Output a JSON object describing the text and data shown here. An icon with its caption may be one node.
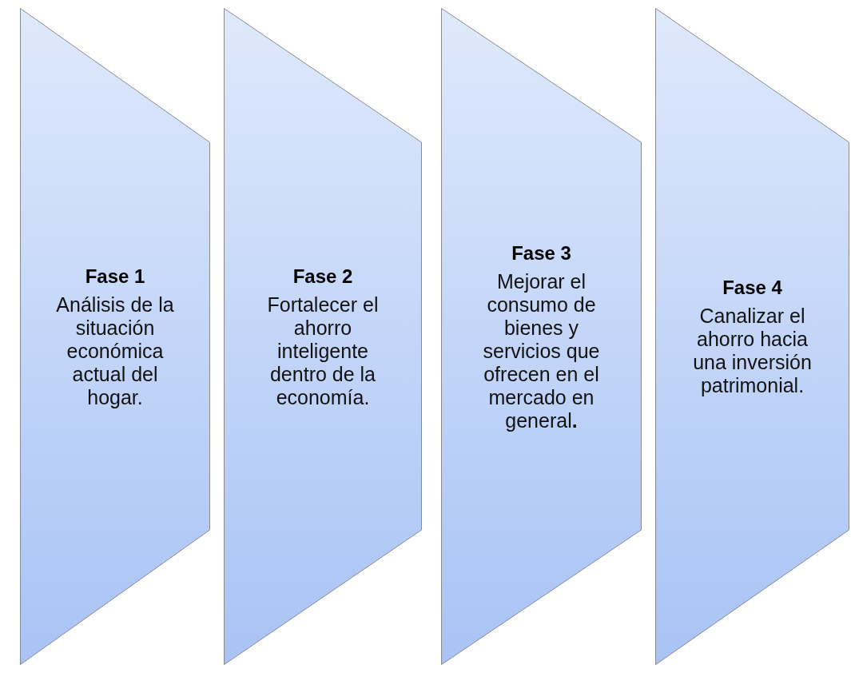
{
  "diagram": {
    "nodes": [
      {
        "text": [
          "Fase 1",
          "Análisis de la situación económica actual del hogar."
        ]
      },
      {
        "text": [
          "Fase 2",
          "Fortalecer el ahorro inteligente dentro de la economía."
        ]
      },
      {
        "text": [
          "Fase 3",
          "Mejorar el consumo de bienes y servicios que ofrecen en el mercado en general**.**"
        ]
      },
      {
        "text": [
          "Fase 4",
          "Canalizar el ahorro hacia una inversión patrimonial."
        ]
      }
    ],
    "edges": []
  }
}
